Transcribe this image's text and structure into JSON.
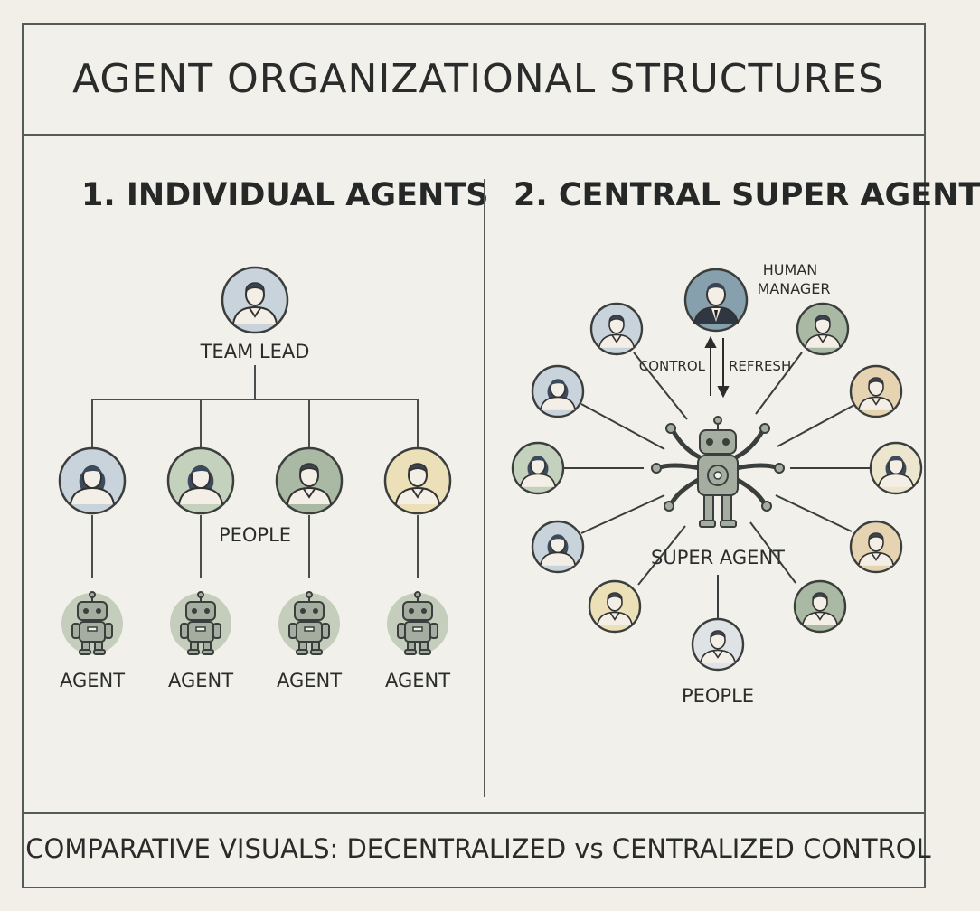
{
  "title": "AGENT ORGANIZATIONAL STRUCTURES",
  "sections": {
    "individual": {
      "heading": "1. INDIVIDUAL AGENTS",
      "lead_label": "TEAM LEAD",
      "people_label": "PEOPLE",
      "agent_labels": [
        "AGENT",
        "AGENT",
        "AGENT",
        "AGENT"
      ]
    },
    "central": {
      "heading": "2. CENTRAL SUPER AGENT",
      "manager_label_line1": "HUMAN",
      "manager_label_line2": "MANAGER",
      "control_label": "CONTROL",
      "refresh_label": "REFRESH",
      "super_agent_label": "SUPER AGENT",
      "people_label": "PEOPLE"
    }
  },
  "footer": "COMPARATIVE VISUALS: DECENTRALIZED vs CENTRALIZED CONTROL",
  "colors": {
    "background": "#f1efe8",
    "line": "#4a4f4d",
    "avatar_blue": "#c9d3db",
    "avatar_green": "#c3d1bd",
    "avatar_sage": "#a9b9a3",
    "avatar_yellow": "#ece0b8",
    "avatar_tan": "#e6d3b2",
    "avatar_navy": "#87a0ae",
    "robot_halo": "#b9c6b1",
    "robot_body": "#a4ad9f"
  }
}
